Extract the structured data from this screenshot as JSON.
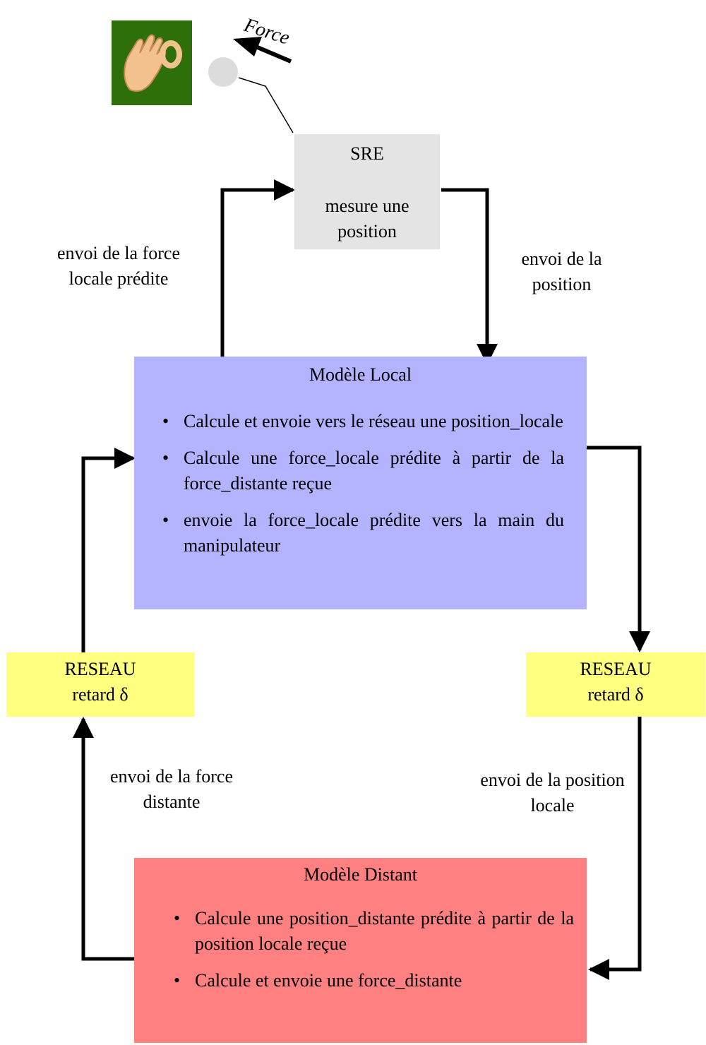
{
  "force_label": "Force",
  "sre": {
    "title": "SRE",
    "text": "mesure une position"
  },
  "local": {
    "title": "Modèle Local",
    "items": [
      "Calcule et envoie vers le réseau une position_locale",
      "Calcule une force_locale prédite à partir de la force_distante reçue",
      "envoie la force_locale prédite vers la main du manipulateur"
    ]
  },
  "distant": {
    "title": "Modèle Distant",
    "items": [
      "Calcule une position_distante prédite à partir de la position locale reçue",
      "Calcule et envoie une force_distante"
    ]
  },
  "reseau_left": {
    "line1": "RESEAU",
    "line2": "retard δ"
  },
  "reseau_right": {
    "line1": "RESEAU",
    "line2": "retard δ"
  },
  "labels": {
    "force_locale": "envoi de la force locale prédite",
    "position": "envoi de la position",
    "force_distante": "envoi de la force distante",
    "position_locale": "envoi de la position locale"
  },
  "colors": {
    "sre": "#e4e4e4",
    "local": "#b3b3ff",
    "distant": "#ff8080",
    "reseau": "#ffff80",
    "hand_bg": "#2e6f0a",
    "ball": "#dcdcdc"
  },
  "icons": [
    "hand-icon",
    "ball-icon",
    "force-arrow-icon"
  ]
}
